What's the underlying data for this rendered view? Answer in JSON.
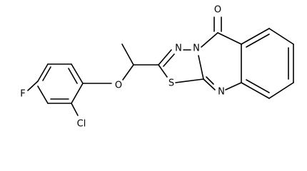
{
  "structure": {
    "atom_labels": {
      "fluorine": "F",
      "chlorine": "Cl",
      "ether_oxygen": "O",
      "sulfur": "S",
      "carbonyl_oxygen": "O",
      "nitrogen_top": "N",
      "nitrogen_bridge": "N",
      "nitrogen_bottom": "N"
    }
  }
}
